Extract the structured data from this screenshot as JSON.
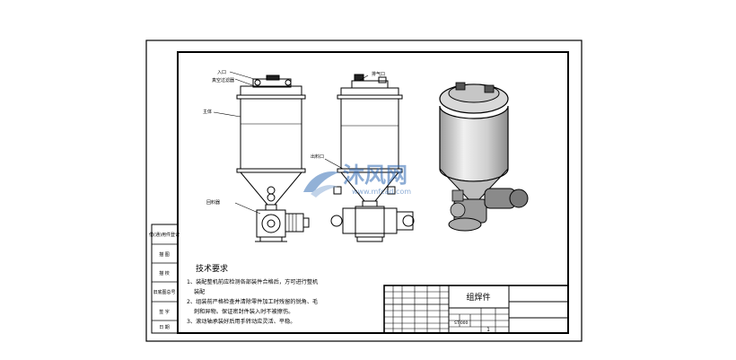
{
  "drawing": {
    "part_labels": {
      "inlet_top": "入口",
      "vacuum_filter": "真空过滤器",
      "hopper_body": "主体",
      "exhaust_port": "排气口",
      "discharge_port": "出料口",
      "rotary_valve": "回料器"
    },
    "side_panel_labels": [
      "借(通)用件登记",
      "描 图",
      "描 校",
      "旧底图总号",
      "签 字",
      "日 期"
    ],
    "tech_requirements": {
      "title": "技术要求",
      "items": [
        "1、装配整机前应检测各部装件合格后，方可进行整机",
        "装配",
        "2、组装前严格检查并清除零件加工时残留的锐角、毛",
        "刺和异物。保证密封件装入时不被擦伤。",
        "3、滚动轴承装好后用手转动应灵活、平稳。"
      ]
    },
    "title_block": {
      "drawing_name": "组焊件",
      "scale_value": "1",
      "code": "ST-000"
    },
    "watermark": {
      "brand": "沐风网",
      "url": "www.mfcad.com"
    }
  }
}
